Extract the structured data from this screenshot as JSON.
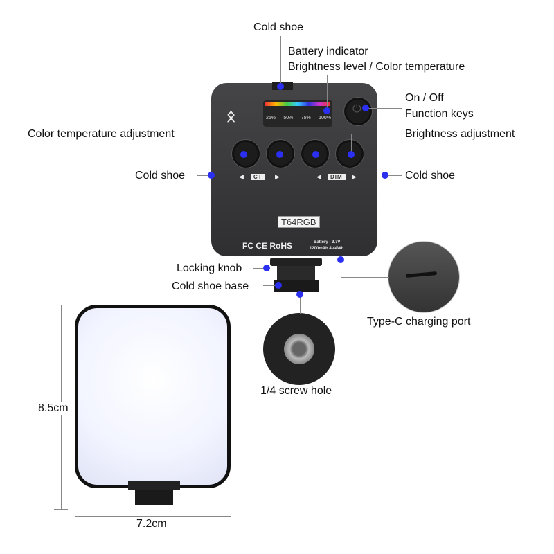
{
  "labels": {
    "cold_shoe_top": "Cold shoe",
    "battery_indicator": "Battery indicator",
    "brightness_color": "Brightness level / Color temperature",
    "on_off": "On / Off",
    "function_keys": "Function keys",
    "ct_adjust": "Color temperature adjustment",
    "brightness_adjust": "Brightness adjustment",
    "cold_shoe_left": "Cold shoe",
    "cold_shoe_right": "Cold shoe",
    "locking_knob": "Locking knob",
    "cold_shoe_base": "Cold shoe base",
    "type_c": "Type-C charging port",
    "screw_hole": "1/4 screw hole",
    "height": "8.5cm",
    "width": "7.2cm"
  },
  "device": {
    "levels": [
      "25%",
      "50%",
      "75%",
      "100%"
    ],
    "ct_tag": "CT",
    "dim_tag": "DIM",
    "model": "T64RGB",
    "certs": "FC CE RoHS",
    "battery_line1": "Battery : 3.7V",
    "battery_line2": "1200mAh  4.44Wh"
  },
  "colors": {
    "callout_dot": "#2a2ff0",
    "body": "#3a3a3c"
  }
}
